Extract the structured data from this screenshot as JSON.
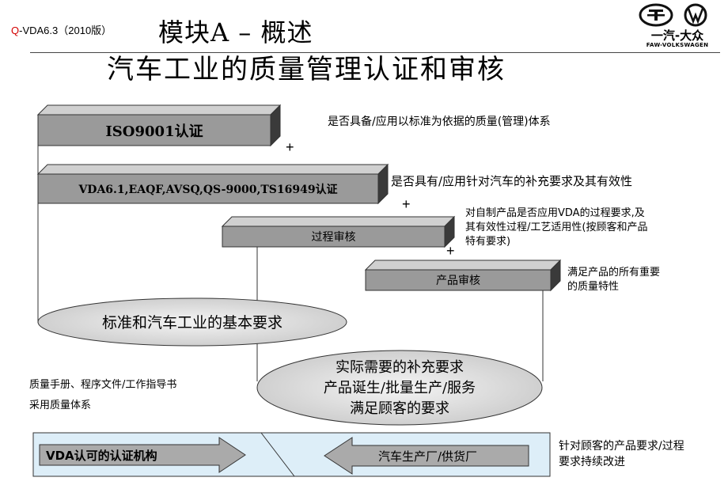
{
  "header": {
    "code_q": "Q",
    "code_rest": "-VDA6.3（2010版）",
    "module_title": "模块A  –  概述",
    "main_title": "汽车工业的质量管理认证和审核"
  },
  "logo": {
    "cn": "一汽-大众",
    "en": "FAW-VOLKSWAGEN"
  },
  "boxes": {
    "iso": "ISO9001认证",
    "vda": "VDA6.1,EAQF,AVSQ,QS-9000,TS16949认证",
    "process": "过程审核",
    "product": "产品审核"
  },
  "notes": {
    "iso": "是否具备/应用以标准为依据的质量(管理)体系",
    "vda": "是否具有/应用针对汽车的补充要求及其有效性",
    "process": [
      "对自制产品是否应用VDA的过程要求,及",
      "其有效性过程/工艺适用性(按顾客和产品",
      "特有要求)"
    ],
    "product": [
      "满足产品的所有重要",
      "的质量特性"
    ],
    "left": [
      "质量手册、程序文件/工作指导书",
      "采用质量体系"
    ],
    "bottom_right": [
      "针对顾客的产品要求/过程",
      "要求持续改进"
    ]
  },
  "plus": "+",
  "ovals": {
    "basic": "标准和汽车工业的基本要求",
    "actual": [
      "实际需要的补充要求",
      "产品诞生/批量生产/服务",
      "满足顾客的要求"
    ]
  },
  "arrows": {
    "left": "VDA认可的认证机构",
    "right": "汽车生产厂/供货厂"
  }
}
